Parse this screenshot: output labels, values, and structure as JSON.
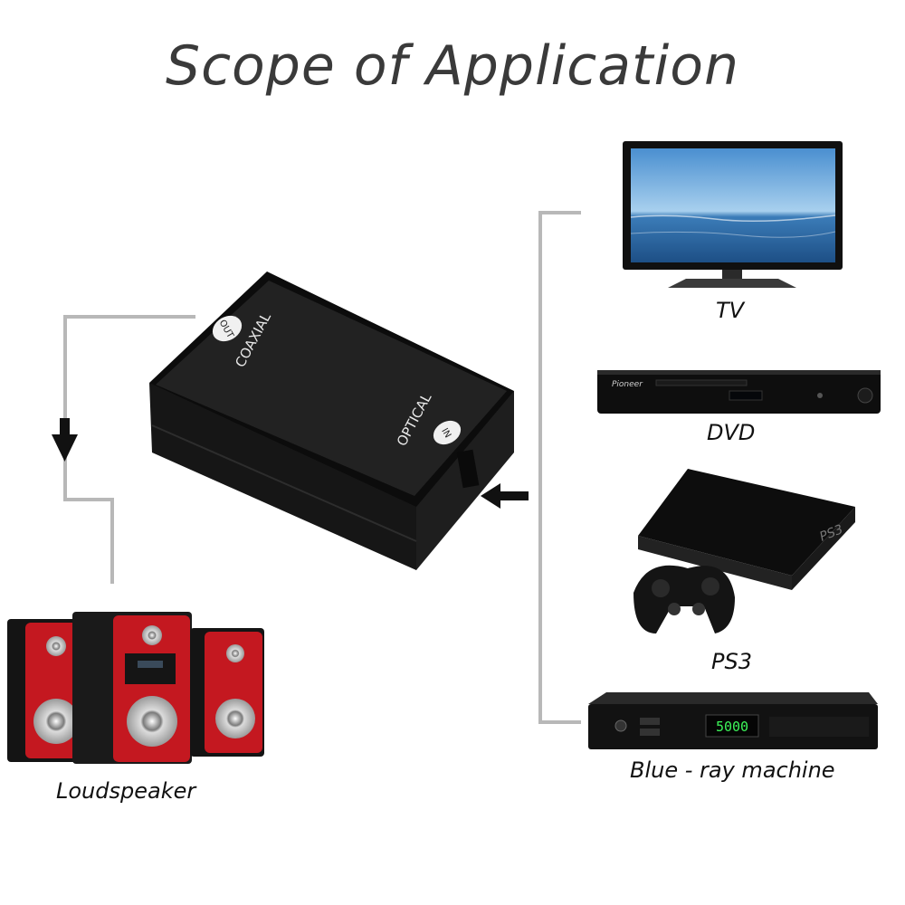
{
  "title": "Scope of Application",
  "converter": {
    "coaxial_label": "COAXIAL",
    "optical_label": "OPTICAL",
    "out_label": "OUT",
    "in_label": "IN"
  },
  "devices": {
    "tv": "TV",
    "dvd": "DVD",
    "dvd_brand": "Pioneer",
    "ps3": "PS3",
    "ps3_logo": "PS3",
    "bluray": "Blue - ray machine",
    "bluray_display": "5000",
    "loudspeaker": "Loudspeaker"
  },
  "colors": {
    "connector_line": "#b8b8b8",
    "arrow": "#111111",
    "device_body": "#151515",
    "speaker_red": "#c41820"
  }
}
